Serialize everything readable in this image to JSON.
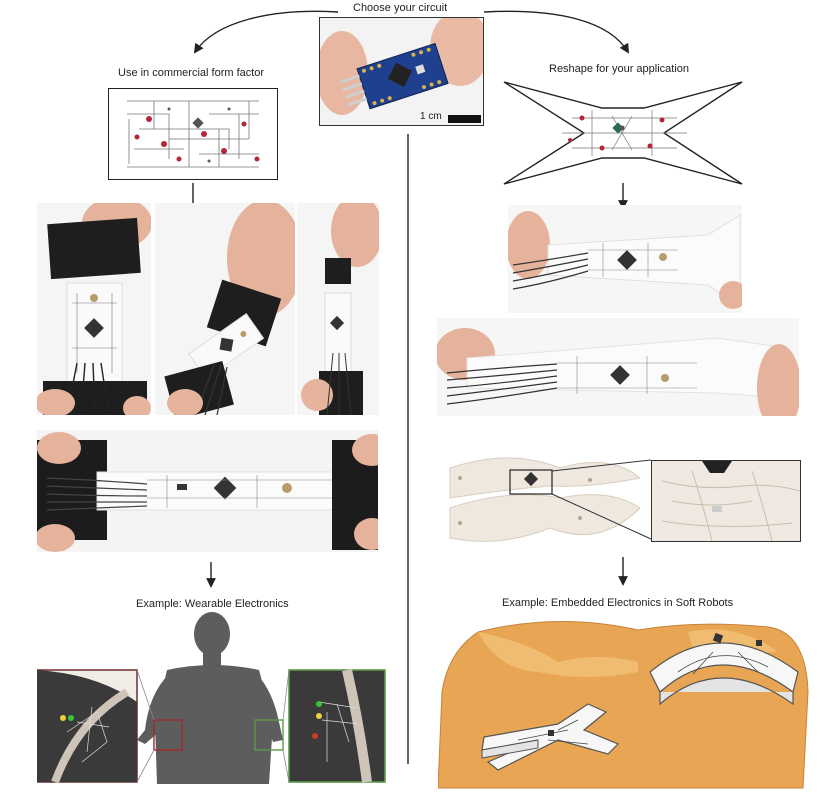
{
  "header": {
    "title": "Choose your circuit",
    "scale_label": "1 cm"
  },
  "left": {
    "label": "Use in commercial form factor",
    "example_label": "Example: Wearable Electronics"
  },
  "right": {
    "label": "Reshape for your application",
    "example_label": "Example: Embedded Electronics in Soft Robots"
  },
  "colors": {
    "board_blue": "#1f3f8f",
    "circuit_red": "#b3263a",
    "trace_gray": "#666666",
    "robot_orange": "#e8a553",
    "skin": "#e9b8a3",
    "fabric": "#1e1e1e",
    "led_green": "#39c43a",
    "led_yellow": "#e9d23a",
    "led_red": "#d23a2a",
    "zoom_red": "#a02a2a",
    "zoom_green": "#5a9a4a"
  }
}
